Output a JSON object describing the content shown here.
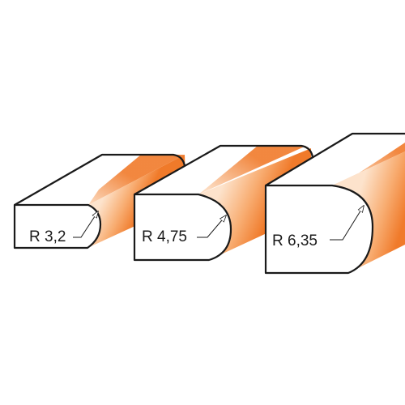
{
  "profiles": [
    {
      "label": "R 3,2"
    },
    {
      "label": "R 4,75"
    },
    {
      "label": "R 6,35"
    }
  ],
  "colors": {
    "orange": "#f07a2a",
    "orange_light": "#fde3cc",
    "outline": "#1a1a1a",
    "background": "#ffffff"
  }
}
